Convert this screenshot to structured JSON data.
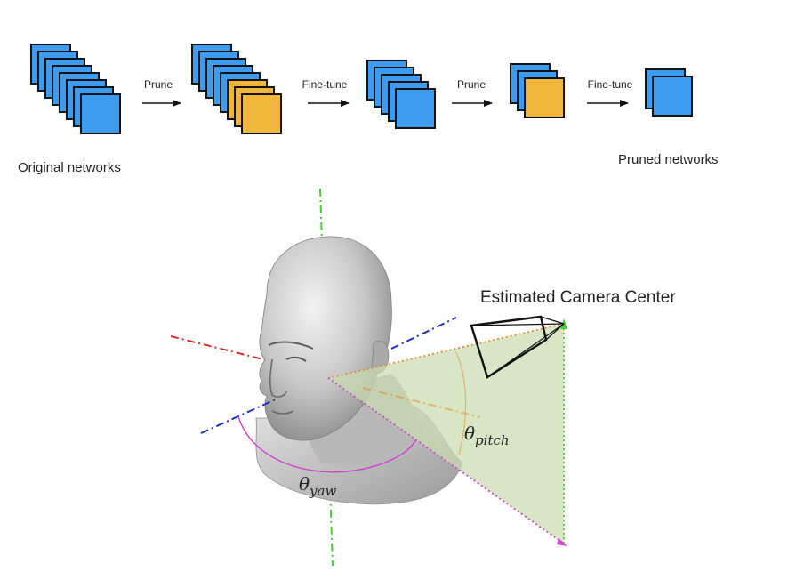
{
  "pipeline": {
    "arrow_labels": [
      "Prune",
      "Fine-tune",
      "Prune",
      "Fine-tune"
    ],
    "original_caption": "Original networks",
    "pruned_caption": "Pruned networks",
    "stages": [
      {
        "blue": 8,
        "orange": 0
      },
      {
        "blue": 5,
        "orange": 3
      },
      {
        "blue": 5,
        "orange": 0
      },
      {
        "blue": 2,
        "orange": 1
      },
      {
        "blue": 2,
        "orange": 0
      }
    ]
  },
  "pose": {
    "camera_label": "Estimated Camera Center",
    "yaw_symbol": "θ",
    "yaw_subscript": "yaw",
    "pitch_symbol": "θ",
    "pitch_subscript": "pitch"
  },
  "colors": {
    "blue": "#3d9cf0",
    "orange": "#f0b63c",
    "outline": "#111111",
    "green_plane": "#c9dcb0",
    "magenta": "#d040d0",
    "green_axis": "#4ccc33",
    "red_axis": "#d03030",
    "blue_axis": "#2030c0",
    "orange_dots": "#e08830"
  }
}
